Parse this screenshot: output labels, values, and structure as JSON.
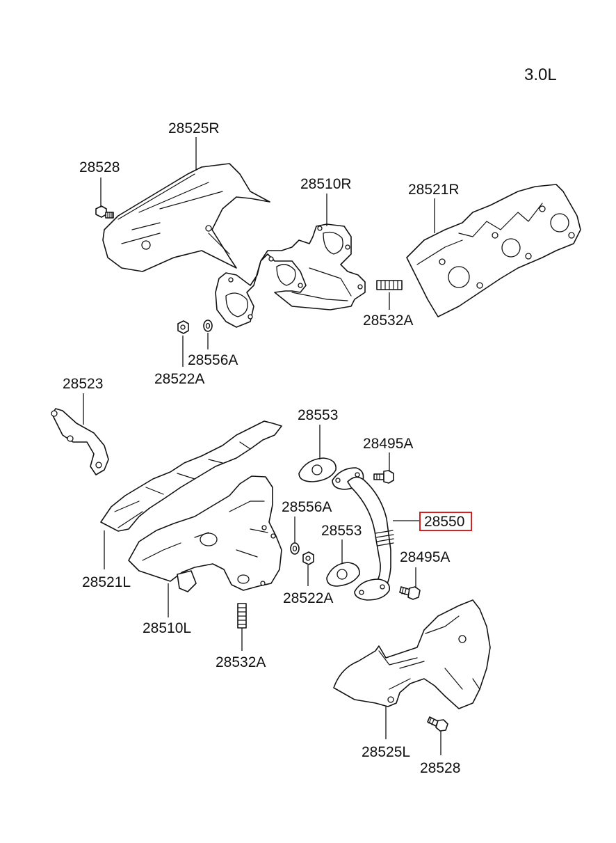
{
  "engine": "3.0L",
  "highlight_color": "#d62020",
  "labels": {
    "p28525R": "28525R",
    "p28528_top": "28528",
    "p28510R": "28510R",
    "p28521R": "28521R",
    "p28532A_top": "28532A",
    "p28556A_top": "28556A",
    "p28522A_top": "28522A",
    "p28523": "28523",
    "p28553_top": "28553",
    "p28495A_top": "28495A",
    "p28556A_mid": "28556A",
    "p28550": "28550",
    "p28553_mid": "28553",
    "p28495A_mid": "28495A",
    "p28521L": "28521L",
    "p28522A_mid": "28522A",
    "p28510L": "28510L",
    "p28532A_bottom": "28532A",
    "p28525L": "28525L",
    "p28528_bottom": "28528"
  }
}
